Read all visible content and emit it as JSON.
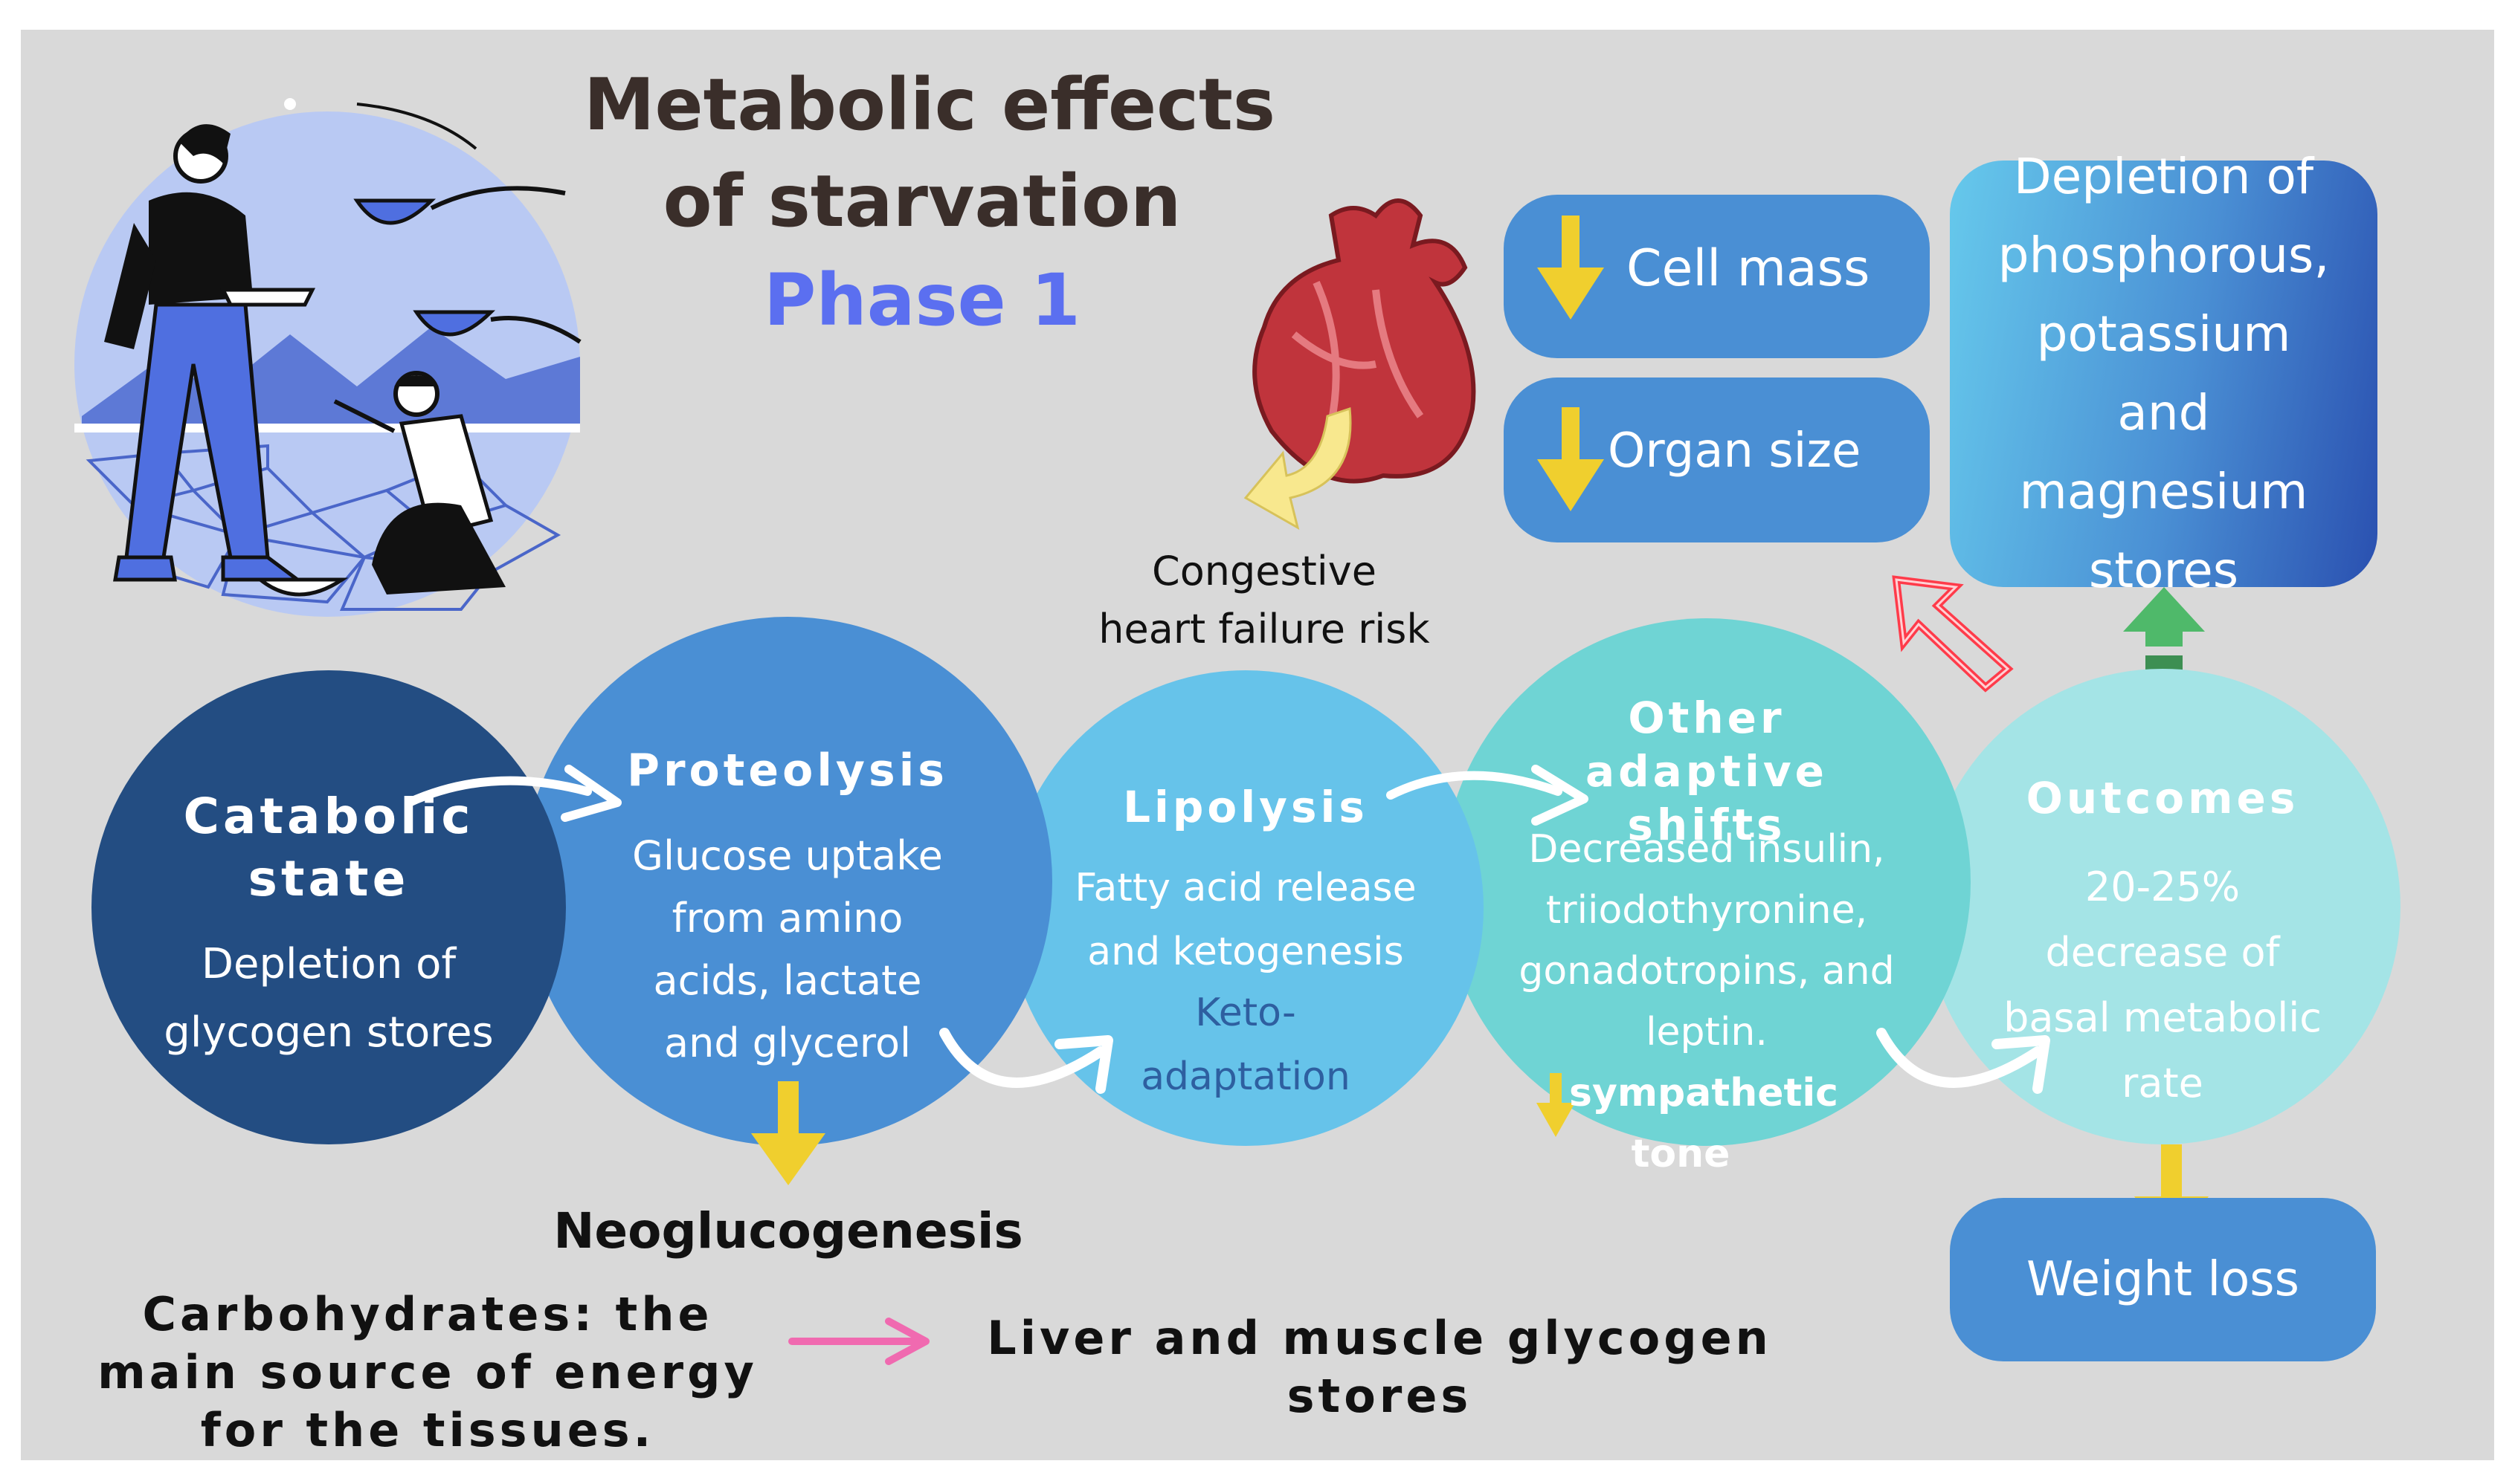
{
  "title": {
    "line1": "Metabolic effects",
    "line2": "of starvation",
    "phase": "Phase 1"
  },
  "colors": {
    "background": "#d9d9d9",
    "catabolic": "#234d82",
    "proteolysis": "#4a8fd4",
    "lipolysis": "#66c3ea",
    "adaptive": "#6fd4d4",
    "outcomes": "#a4e4e6",
    "box_blue": "#4a8fd4",
    "yellow_arrow": "#f0cf2e",
    "green_arrow": "#4fb96a",
    "pink_arrow": "#f06ab0"
  },
  "circles": {
    "catabolic": {
      "heading": "Catabolic state",
      "body": "Depletion of glycogen stores"
    },
    "proteolysis": {
      "heading": "Proteolysis",
      "body": "Glucose uptake from amino acids, lactate and glycerol"
    },
    "lipolysis": {
      "heading": "Lipolysis",
      "body": "Fatty acid release and ketogenesis",
      "extra": "Keto-adaptation"
    },
    "adaptive": {
      "heading": "Other adaptive shifts",
      "body": "Decreased insulin, triiodothyronine, gonadotropins, and leptin.",
      "extra": "sympathetic tone"
    },
    "outcomes": {
      "heading": "Outcomes",
      "body": "20-25% decrease of basal metabolic rate"
    }
  },
  "boxes": {
    "cell_mass": "Cell mass",
    "organ_size": "Organ size",
    "depletion": "Depletion of phosphorous, potassium and magnesium stores",
    "weight_loss": "Weight loss"
  },
  "labels": {
    "chf": "Congestive heart failure risk",
    "neoglucogenesis": "Neoglucogenesis",
    "carbohydrates": "Carbohydrates: the main source of energy for the tissues.",
    "glycogen": "Liver and muscle glycogen stores"
  },
  "icons": [
    "starvation-illustration",
    "heart-icon",
    "down-arrow-icon",
    "up-arrow-icon",
    "curved-arrow-icon"
  ]
}
